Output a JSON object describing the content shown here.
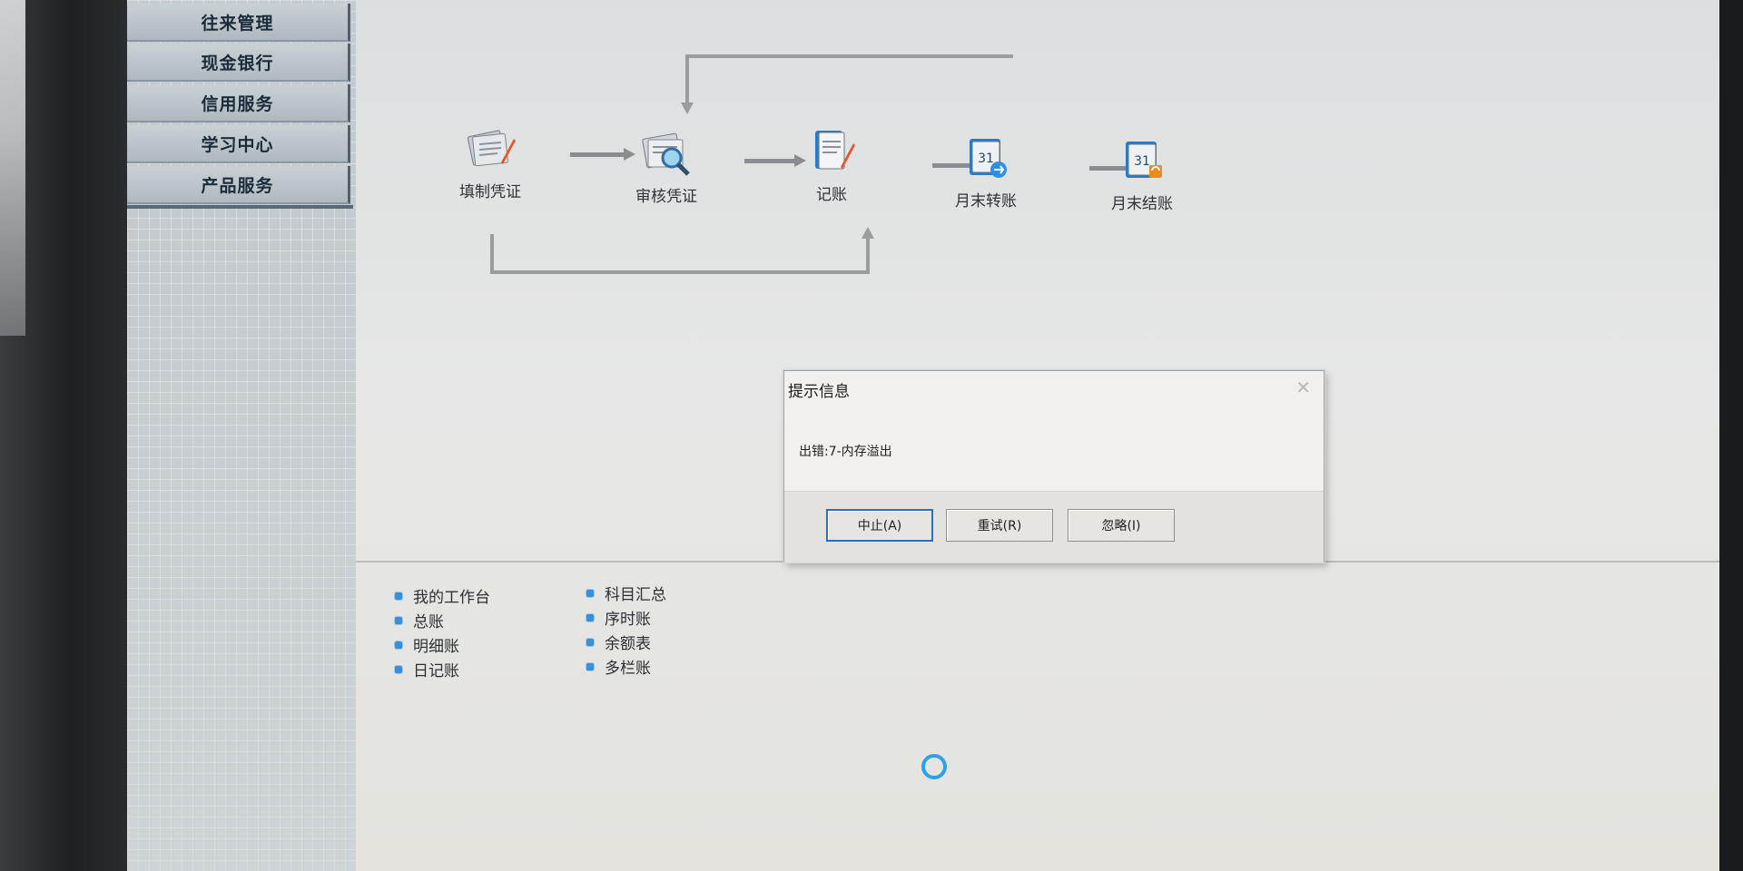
{
  "sidebar": {
    "items": [
      {
        "label": "往来管理"
      },
      {
        "label": "现金银行"
      },
      {
        "label": "信用服务"
      },
      {
        "label": "学习中心"
      },
      {
        "label": "产品服务"
      }
    ]
  },
  "workflow": {
    "nodes": [
      {
        "label": "填制凭证",
        "icon": "voucher-entry-icon"
      },
      {
        "label": "审核凭证",
        "icon": "voucher-audit-icon"
      },
      {
        "label": "记账",
        "icon": "posting-icon"
      },
      {
        "label": "月末转账",
        "icon": "month-end-transfer-icon"
      },
      {
        "label": "月末结账",
        "icon": "month-end-close-icon"
      }
    ]
  },
  "quick_links": {
    "col1": [
      {
        "label": "我的工作台"
      },
      {
        "label": "总账"
      },
      {
        "label": "明细账"
      },
      {
        "label": "日记账"
      }
    ],
    "col2": [
      {
        "label": "科目汇总"
      },
      {
        "label": "序时账"
      },
      {
        "label": "余额表"
      },
      {
        "label": "多栏账"
      }
    ]
  },
  "dialog": {
    "title": "提示信息",
    "message": "出错:7-内存溢出",
    "buttons": {
      "abort": "中止(A)",
      "retry": "重试(R)",
      "ignore": "忽略(I)"
    }
  },
  "colors": {
    "accent": "#2aa3e8",
    "sidebar": "#c3cbd0",
    "link_bullet": "#3a8fd6"
  }
}
